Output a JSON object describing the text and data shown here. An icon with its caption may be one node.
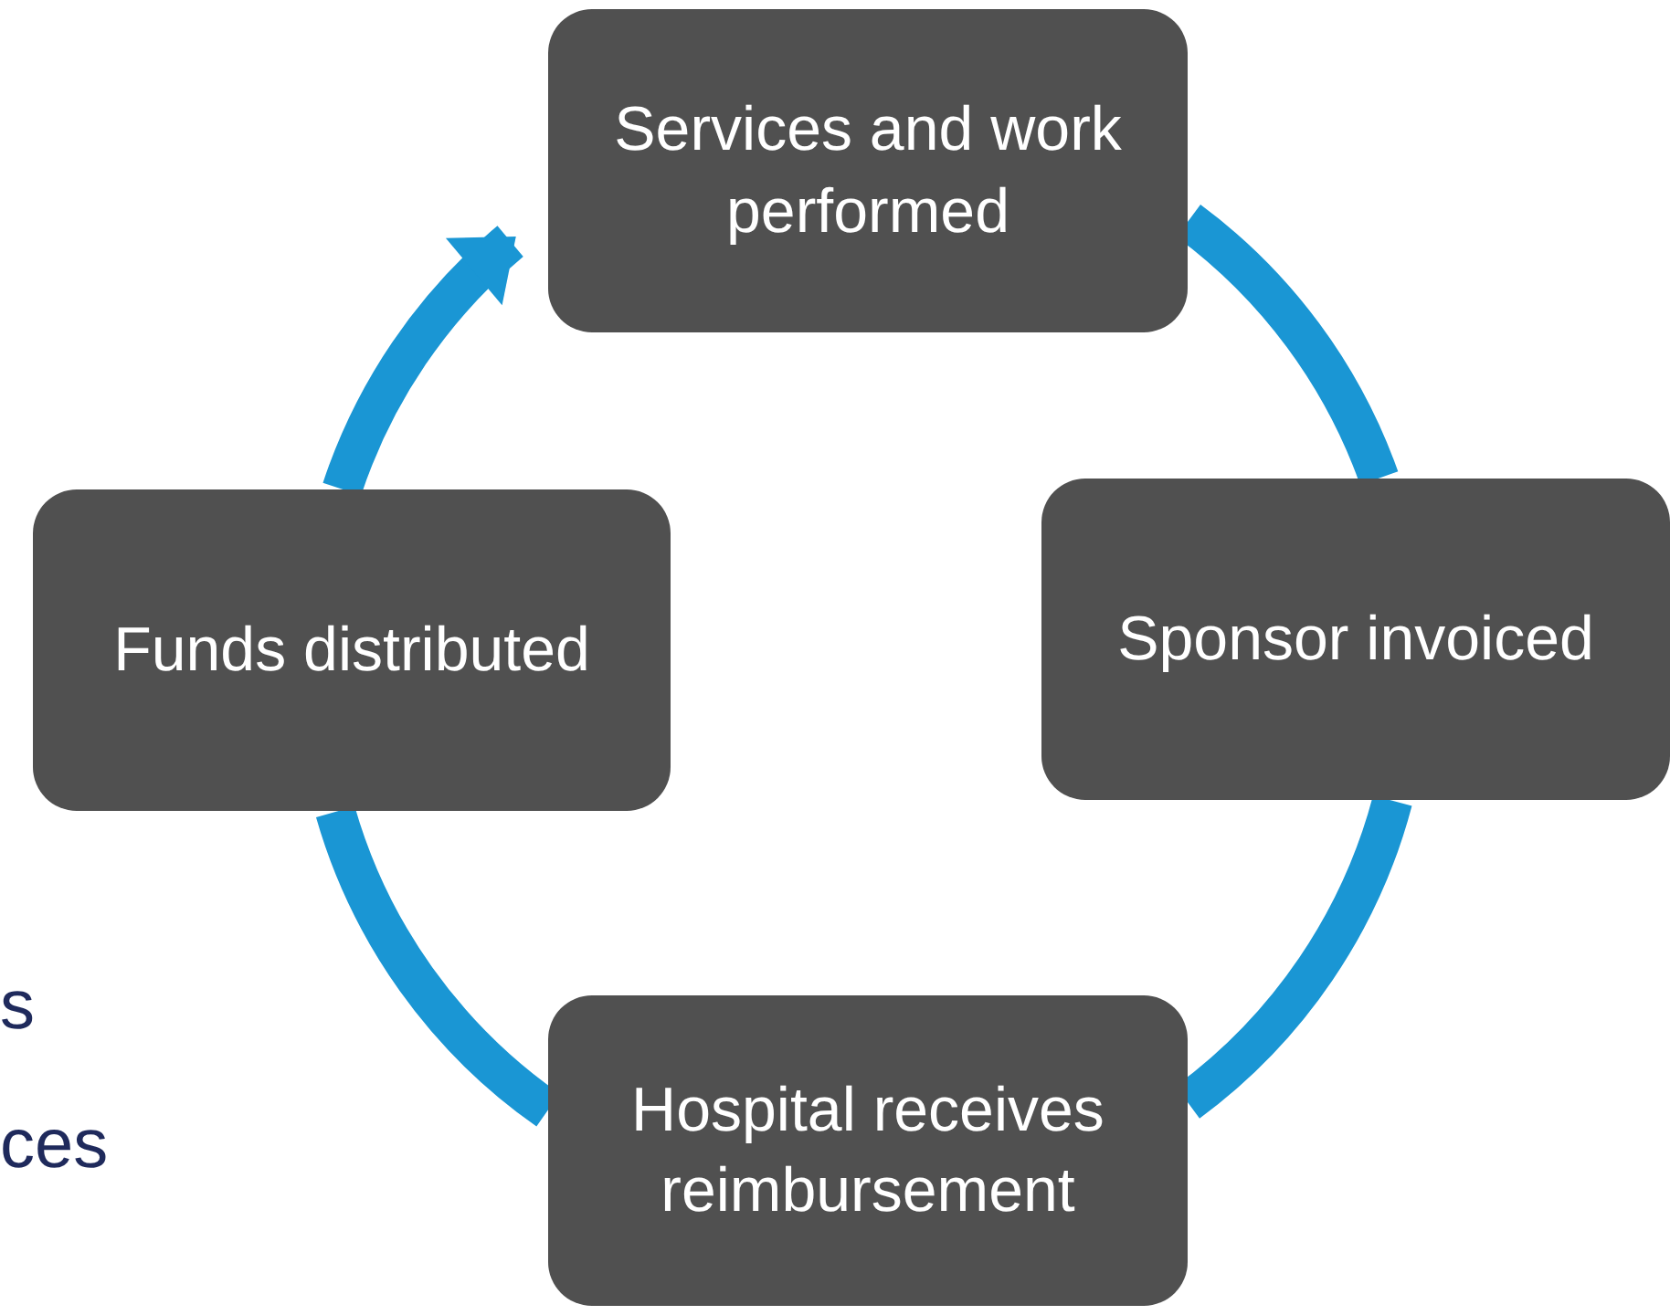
{
  "diagram": {
    "nodes": [
      {
        "text": [
          "Services and work performed"
        ]
      },
      {
        "text": [
          "Sponsor invoiced"
        ]
      },
      {
        "text": [
          "Hospital receives reimbursement"
        ]
      },
      {
        "text": [
          "Funds distributed"
        ]
      }
    ],
    "edges": [
      {
        "from": 0,
        "to": 1,
        "arrow": "none"
      },
      {
        "from": 1,
        "to": 2,
        "arrow": "none"
      },
      {
        "from": 2,
        "to": 3,
        "arrow": "none"
      },
      {
        "from": 3,
        "to": 0,
        "arrow": "to"
      }
    ],
    "labels": [
      "s",
      "ces"
    ]
  }
}
